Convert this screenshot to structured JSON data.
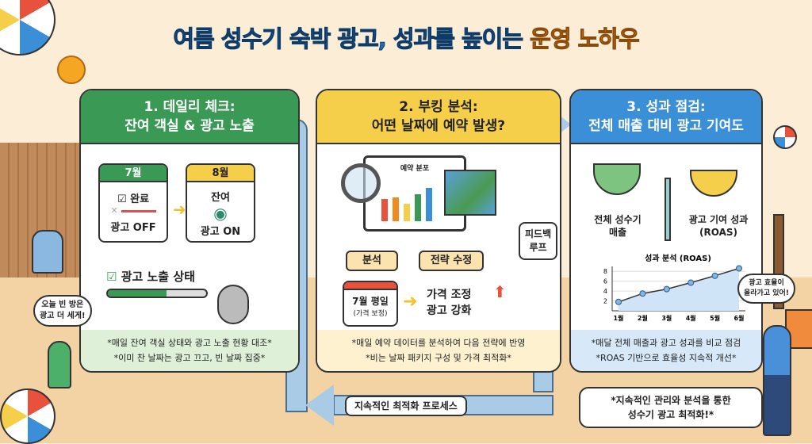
{
  "title": {
    "main": "여름 성수기 숙박 광고, 성과를 높이는 ",
    "highlight": "운영 노하우"
  },
  "panel1": {
    "heading_line1": "1. 데일리 체크:",
    "heading_line2": "잔여 객실 & 광고 노출",
    "accent": "#3a9a55",
    "cal_july": {
      "month": "7월",
      "status": "완료",
      "ad": "광고 OFF"
    },
    "cal_august": {
      "month": "8월",
      "status": "잔여",
      "ad": "광고 ON"
    },
    "exposure_label": "광고 노출 상태",
    "exposure_progress": 0.6,
    "footer": [
      "*매일 잔여 객실 상태와 광고 노출 현황 대조*",
      "*이미 찬 날짜는 광고 끄고, 빈 날짜 집중*"
    ]
  },
  "panel2": {
    "heading_line1": "2. 부킹 분석:",
    "heading_line2": "어떤 날짜에 예약 발생?",
    "accent": "#f5cf4a",
    "monitor_title": "예약 분포",
    "tag_analysis": "분석",
    "tag_strategy": "전략 수정",
    "cal_title": "7월 평일",
    "cal_sub": "(가격 보정)",
    "result_line1": "가격 조정",
    "result_line2": "광고 강화",
    "footer": [
      "*매일 예약 데이터를 분석하여 다음 전략에 반영",
      "*비는 날짜 패키지 구성 및 가격 최적화*"
    ]
  },
  "panel3": {
    "heading_line1": "3. 성과 점검:",
    "heading_line2": "전체 매출 대비 광고 기여도",
    "accent": "#3b8fd6",
    "left_label_line1": "전체 성수기",
    "left_label_line2": "매출",
    "right_label_line1": "광고 기여 성과",
    "right_label_line2": "(ROAS)",
    "footer": [
      "*매달 전체 매출과 광고 성과를 비교 점검",
      "*ROAS 기반으로 효율성 지속적 개선*"
    ]
  },
  "chart_data": {
    "type": "line",
    "title": "성과 분석 (ROAS)",
    "categories": [
      "1월",
      "2월",
      "3월",
      "4월",
      "5월",
      "6월"
    ],
    "values": [
      1.8,
      3.5,
      4.4,
      5.7,
      7.1,
      8.6
    ],
    "yticks": [
      2,
      4,
      6,
      8
    ],
    "ylim": [
      0,
      9
    ],
    "grid": true,
    "area_fill": true
  },
  "feedback_loop": {
    "line1": "피드백",
    "line2": "루프"
  },
  "process_label": "지속적인 최적화 프로세스",
  "bubble_left": {
    "line1": "오늘 빈 방은",
    "line2": "광고 더 세게!"
  },
  "bubble_right": {
    "line1": "광고 효율이",
    "line2": "올라가고 있어!"
  },
  "conclusion": {
    "line1": "*지속적인 관리와 분석을 통한",
    "line2": "성수기 광고 최적화!*"
  }
}
